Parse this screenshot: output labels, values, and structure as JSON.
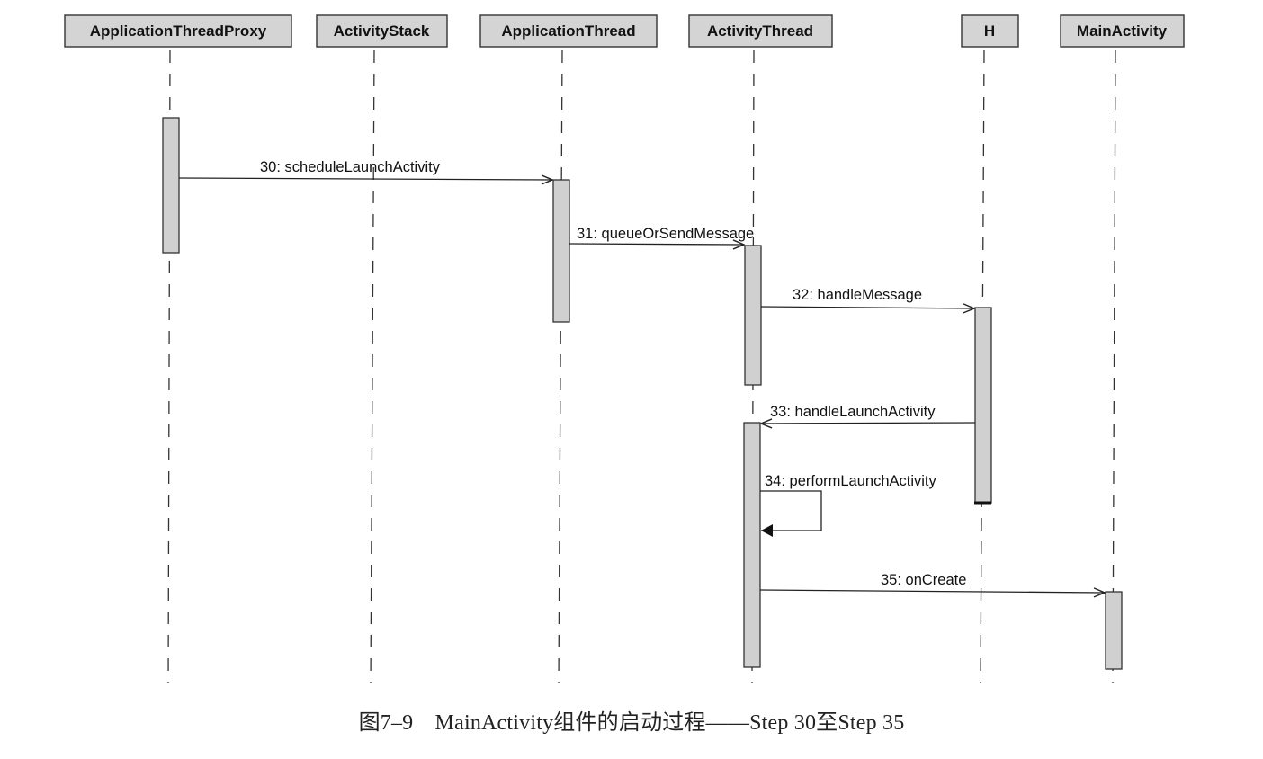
{
  "colors": {
    "actor_fill": "#d4d4d4",
    "activation_fill": "#d0d0d0",
    "line": "#222222"
  },
  "actors": [
    {
      "id": "proxy",
      "label": "ApplicationThreadProxy"
    },
    {
      "id": "stack",
      "label": "ActivityStack"
    },
    {
      "id": "appthread",
      "label": "ApplicationThread"
    },
    {
      "id": "actthread",
      "label": "ActivityThread"
    },
    {
      "id": "h",
      "label": "H"
    },
    {
      "id": "main",
      "label": "MainActivity"
    }
  ],
  "messages": [
    {
      "label": "30: scheduleLaunchActivity",
      "from": "proxy",
      "to": "appthread"
    },
    {
      "label": "31: queueOrSendMessage",
      "from": "appthread",
      "to": "actthread"
    },
    {
      "label": "32: handleMessage",
      "from": "actthread",
      "to": "h"
    },
    {
      "label": "33: handleLaunchActivity",
      "from": "h",
      "to": "actthread"
    },
    {
      "label": "34: performLaunchActivity",
      "from": "actthread",
      "to": "actthread",
      "self": true
    },
    {
      "label": "35: onCreate",
      "from": "actthread",
      "to": "main"
    }
  ],
  "caption": "图7–9　MainActivity组件的启动过程——Step 30至Step 35"
}
